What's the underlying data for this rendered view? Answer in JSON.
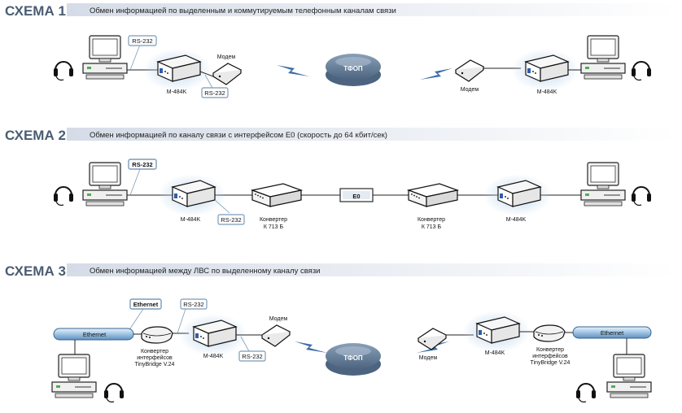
{
  "schemes": [
    {
      "title": "СХЕМА 1",
      "subtitle": "Обмен информацией по выделенным и коммутируемым телефонным каналам связи",
      "labels": {
        "rs232_top": "RS-232",
        "rs232_bottom": "RS-232",
        "m484k_left": "M-484K",
        "modem_left": "Модем",
        "network": "ТФОП",
        "modem_right": "Модем",
        "m484k_right": "M-484K"
      }
    },
    {
      "title": "СХЕМА 2",
      "subtitle": "Обмен информацией по каналу связи с интерфейсом Е0 (скорость до 64 кбит/сек)",
      "labels": {
        "rs232_top": "RS-232",
        "rs232_bottom": "RS-232",
        "m484k_left": "M-484K",
        "converter_left_1": "Конвертер",
        "converter_left_2": "К 713 Б",
        "e0": "Е0",
        "converter_right_1": "Конвертер",
        "converter_right_2": "К 713 Б",
        "m484k_right": "M-484K"
      }
    },
    {
      "title": "СХЕМА 3",
      "subtitle": "Обмен информацией между ЛВС по выделенному каналу связи",
      "labels": {
        "ethernet_box": "Ethernet",
        "ethernet_pipe_left": "Ethernet",
        "rs232_top": "RS-232",
        "rs232_bottom": "RS-232",
        "bridge_left_1": "Конвертер",
        "bridge_left_2": "интерфейсов",
        "bridge_left_3": "TinyBridge V.24",
        "m484k_left": "M-484K",
        "modem_left": "Модем",
        "network": "ТФОП",
        "modem_right": "Модем",
        "m484k_right": "M-484K",
        "bridge_right_1": "Конвертер",
        "bridge_right_2": "интерфейсов",
        "bridge_right_3": "TinyBridge V.24",
        "ethernet_pipe_right": "Ethernet"
      }
    }
  ],
  "colors": {
    "header_text": "#4a5d73",
    "band_start": "#d5dce7",
    "band_end": "#ffffff",
    "line": "#2a2a2a",
    "label_border": "#7a9bb8",
    "cloud": "#5c7390",
    "bolt": "#3d6ea8"
  }
}
